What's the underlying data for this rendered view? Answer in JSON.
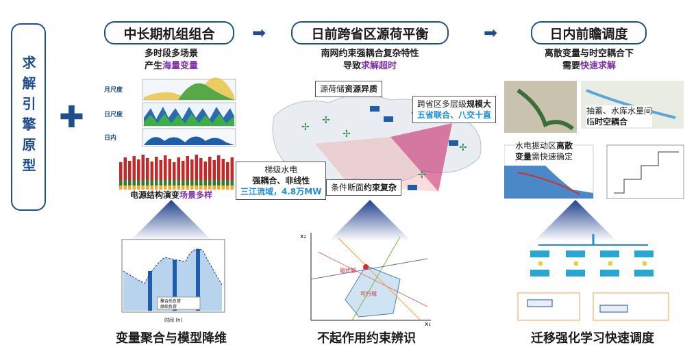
{
  "side_label": "求解引擎原型",
  "stages": [
    {
      "title": "中长期机组组合",
      "sub1": "多时段多场景",
      "sub2a": "产生",
      "sub2b": "海量变量"
    },
    {
      "title": "日前跨省区源荷平衡",
      "sub1": "南网约束强耦合复杂特性",
      "sub2a": "导致",
      "sub2b": "求解超时"
    },
    {
      "title": "日内前瞻调度",
      "sub1": "离散变量与时空耦合下",
      "sub2a": "需要",
      "sub2b": "快速求解"
    }
  ],
  "panel1": {
    "labels": [
      "月尺度",
      "日尺度",
      "日内"
    ],
    "caption_a": "电源结构演变",
    "caption_b": "场景多样"
  },
  "panel2": {
    "box_top_a": "源荷储",
    "box_top_b": "资源异质",
    "box_right_l1a": "跨省区多层级",
    "box_right_l1b": "规模大",
    "box_right_l2": "五省联合、八交十直",
    "box_left_l1": "梯级水电",
    "box_left_l2": "强耦合、非线性",
    "box_left_l3": "三江流域，4.8万MW",
    "box_bottom_a": "条件断面",
    "box_bottom_b": "约束复杂"
  },
  "panel3": {
    "cap_right_l1": "抽蓄、水库水量间",
    "cap_right_l2a": "临",
    "cap_right_l2b": "时空耦合",
    "cap_left_l1a": "水电振动区",
    "cap_left_l1b": "离散",
    "cap_left_l2a": "变量",
    "cap_left_l2b": "需快速确定"
  },
  "lower1": {
    "legend": [
      "聚合后负荷",
      "原始负荷"
    ],
    "xlabel": "时间 (h)"
  },
  "lower2": {
    "optimal": "最优解",
    "feasible": "可行域",
    "xlabel": "x₁",
    "ylabel": "x₂"
  },
  "bottom_labels": [
    "变量聚合与模型降维",
    "不起作用约束辨识",
    "迁移强化学习快速调度"
  ],
  "colors": {
    "accent": "#1f4e8c",
    "highlight": "#7b2fa8",
    "cyan": "#1b8fd6"
  }
}
